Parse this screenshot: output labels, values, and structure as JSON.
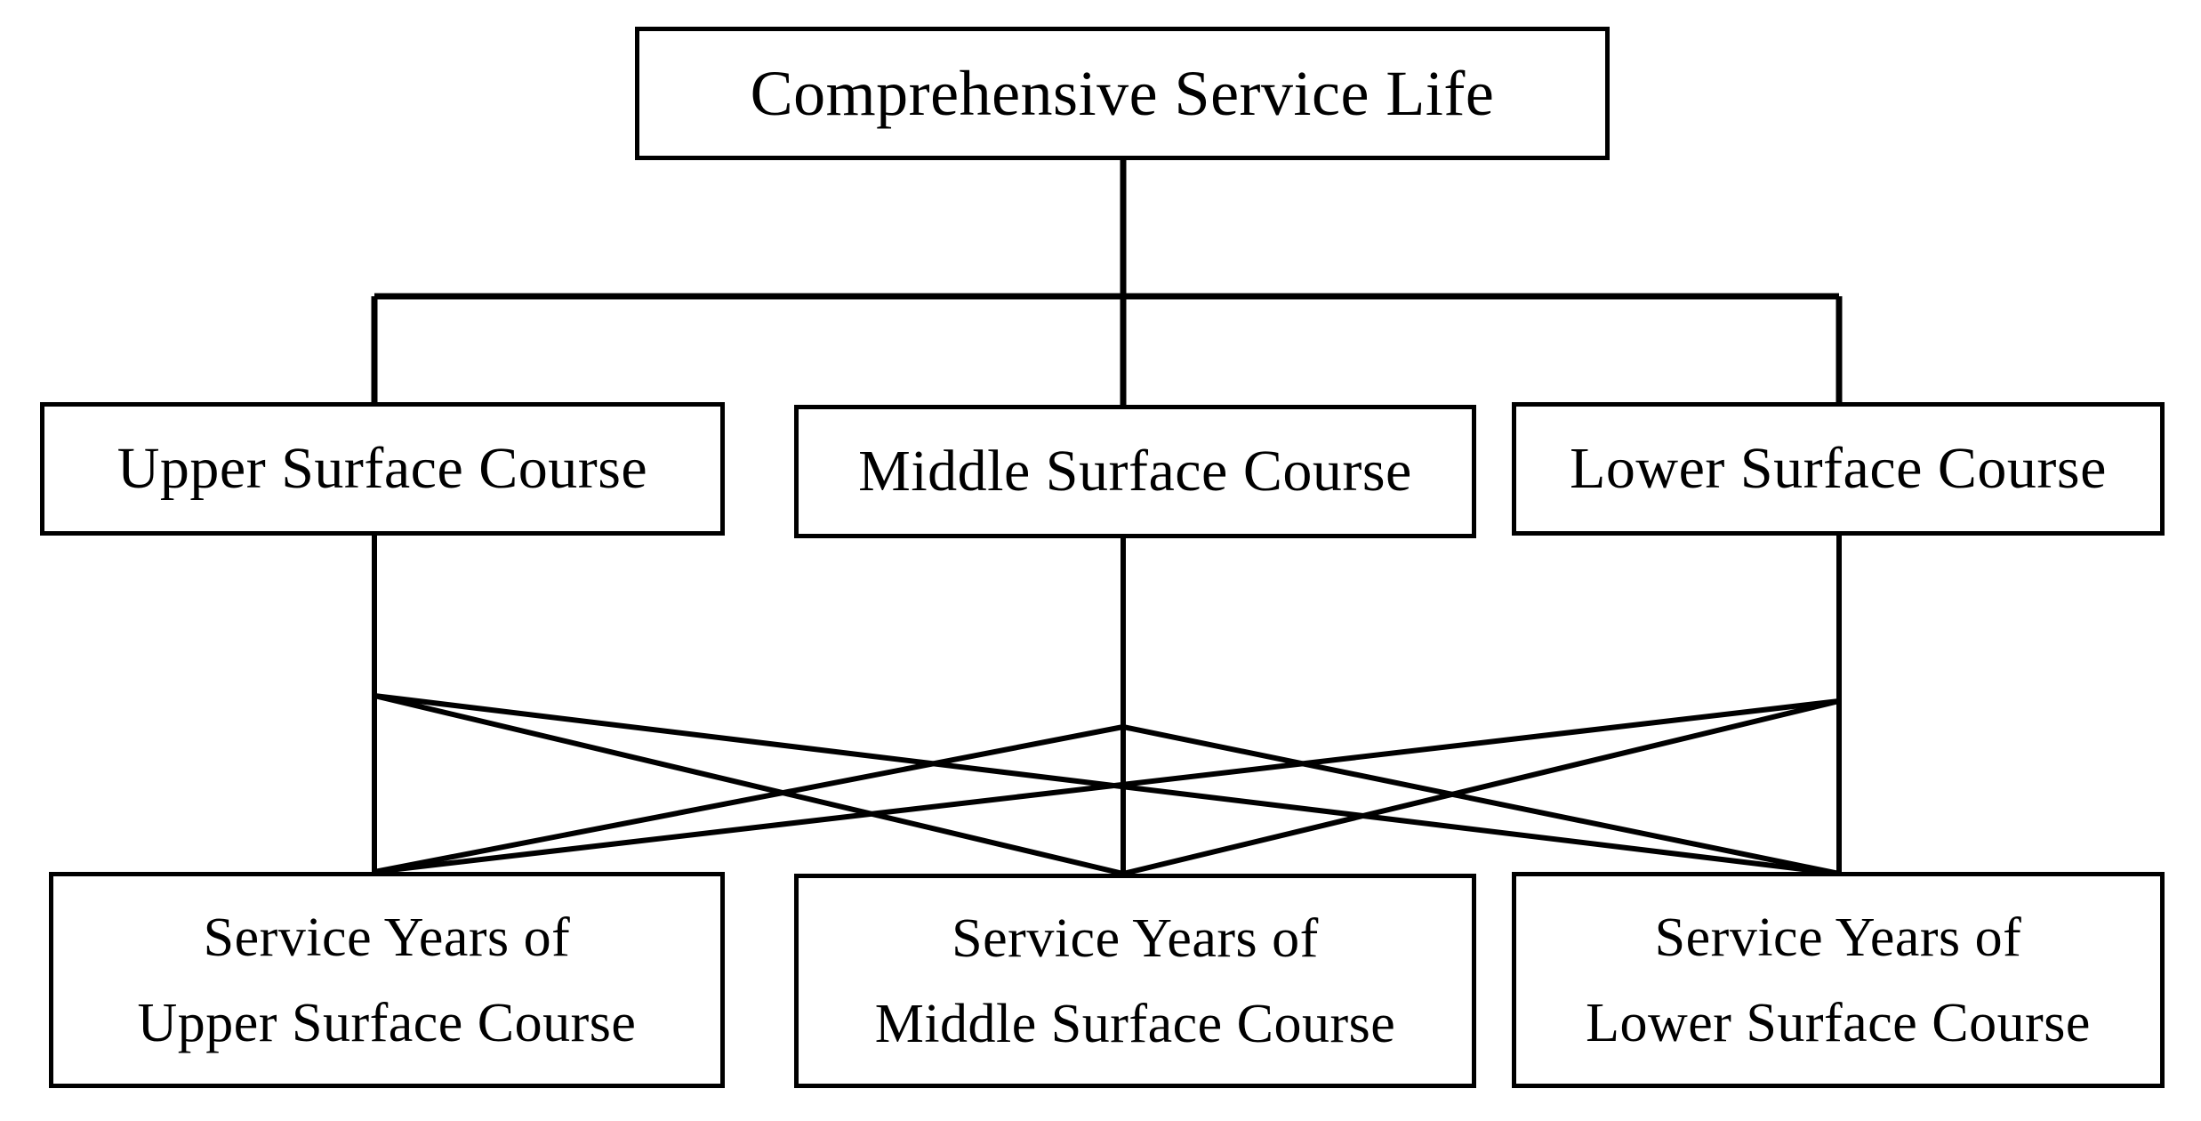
{
  "diagram": {
    "type": "hierarchy-tree",
    "orientation": "top-down",
    "background_color": "#ffffff",
    "line_color": "#000000",
    "box_border_color": "#000000",
    "box_fill_color": "#ffffff",
    "levels": 3
  },
  "root": {
    "label": "Comprehensive Service Life"
  },
  "tier_mid": {
    "nodes": [
      {
        "id": "upper-surface",
        "label": "Upper Surface Course"
      },
      {
        "id": "middle-surface",
        "label": "Middle Surface Course"
      },
      {
        "id": "lower-surface",
        "label": "Lower Surface Course"
      }
    ]
  },
  "tier_bottom": {
    "nodes": [
      {
        "id": "years-upper",
        "line1": "Service Years of",
        "line2": "Upper Surface Course"
      },
      {
        "id": "years-middle",
        "line1": "Service Years of",
        "line2": "Middle Surface Course"
      },
      {
        "id": "years-lower",
        "line1": "Service Years of",
        "line2": "Lower Surface Course"
      }
    ]
  },
  "connections": {
    "root_to_mid": [
      {
        "from": "root",
        "to": "upper-surface"
      },
      {
        "from": "root",
        "to": "middle-surface"
      },
      {
        "from": "root",
        "to": "lower-surface"
      }
    ],
    "mid_to_bottom": [
      {
        "from": "upper-surface",
        "to": "years-upper"
      },
      {
        "from": "upper-surface",
        "to": "years-middle"
      },
      {
        "from": "upper-surface",
        "to": "years-lower"
      },
      {
        "from": "middle-surface",
        "to": "years-upper"
      },
      {
        "from": "middle-surface",
        "to": "years-middle"
      },
      {
        "from": "middle-surface",
        "to": "years-lower"
      },
      {
        "from": "lower-surface",
        "to": "years-upper"
      },
      {
        "from": "lower-surface",
        "to": "years-middle"
      },
      {
        "from": "lower-surface",
        "to": "years-lower"
      }
    ]
  }
}
